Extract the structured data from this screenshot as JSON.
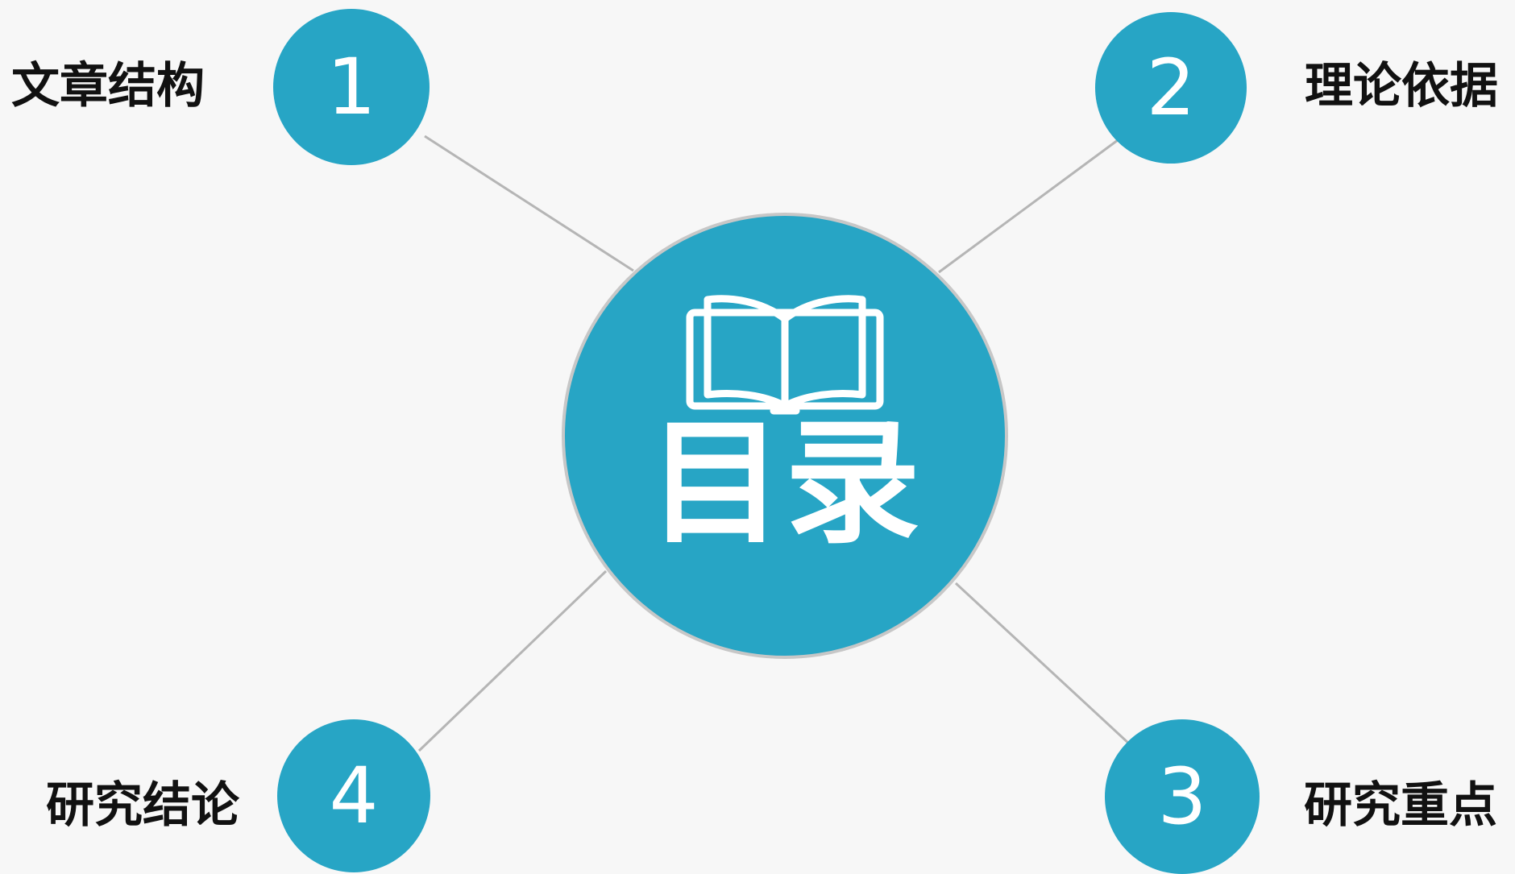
{
  "title": "目录",
  "colors": {
    "accent": "#27a5c5",
    "background": "#f7f7f7",
    "connector": "#b5b5b5",
    "hub_border": "#c7c7c7",
    "label_text": "#111111"
  },
  "hub": {
    "icon": "open-book-icon",
    "label": "目录"
  },
  "items": [
    {
      "number": "1",
      "label": "文章结构"
    },
    {
      "number": "2",
      "label": "理论依据"
    },
    {
      "number": "3",
      "label": "研究重点"
    },
    {
      "number": "4",
      "label": "研究结论"
    }
  ]
}
